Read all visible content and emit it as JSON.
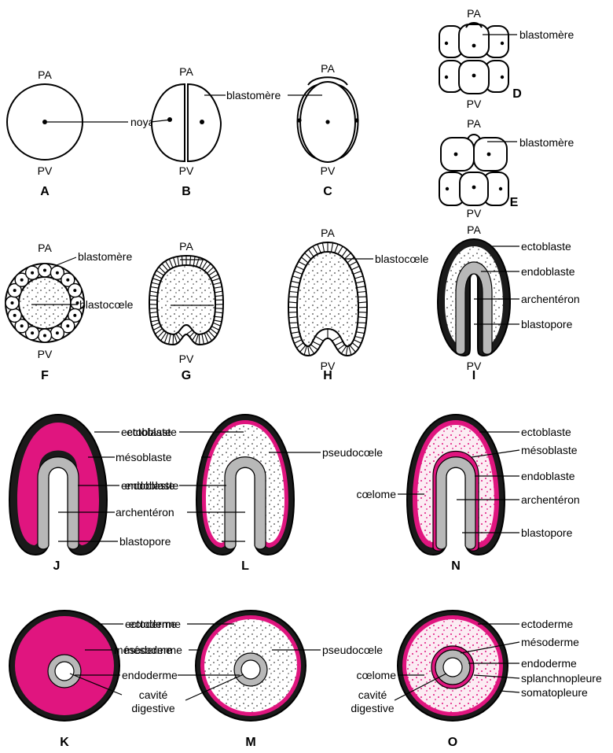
{
  "colors": {
    "mesoderm": "#e0157f",
    "endoderm": "#b8b8b8",
    "ectoderm": "#1a1a1a",
    "outline": "#000000",
    "background": "#ffffff"
  },
  "poles": {
    "animal": "PA",
    "vegetal": "PV"
  },
  "panel_letters": {
    "A": "A",
    "B": "B",
    "C": "C",
    "D": "D",
    "E": "E",
    "F": "F",
    "G": "G",
    "H": "H",
    "I": "I",
    "J": "J",
    "K": "K",
    "L": "L",
    "M": "M",
    "N": "N",
    "O": "O"
  },
  "labels": {
    "noyau": "noyau",
    "blastomere": "blastomère",
    "blastocoele": "blastocœle",
    "ectoblaste": "ectoblaste",
    "endoblaste": "endoblaste",
    "mesoblaste": "mésoblaste",
    "archenteron": "archentéron",
    "blastopore": "blastopore",
    "pseudocoele": "pseudocœle",
    "coelome": "cœlome",
    "ectoderme": "ectoderme",
    "mesoderme": "mésoderme",
    "endoderme": "endoderme",
    "cavite": "cavité",
    "digestive": "digestive",
    "splanchnopleure": "splanchnopleure",
    "somatopleure": "somatopleure"
  }
}
